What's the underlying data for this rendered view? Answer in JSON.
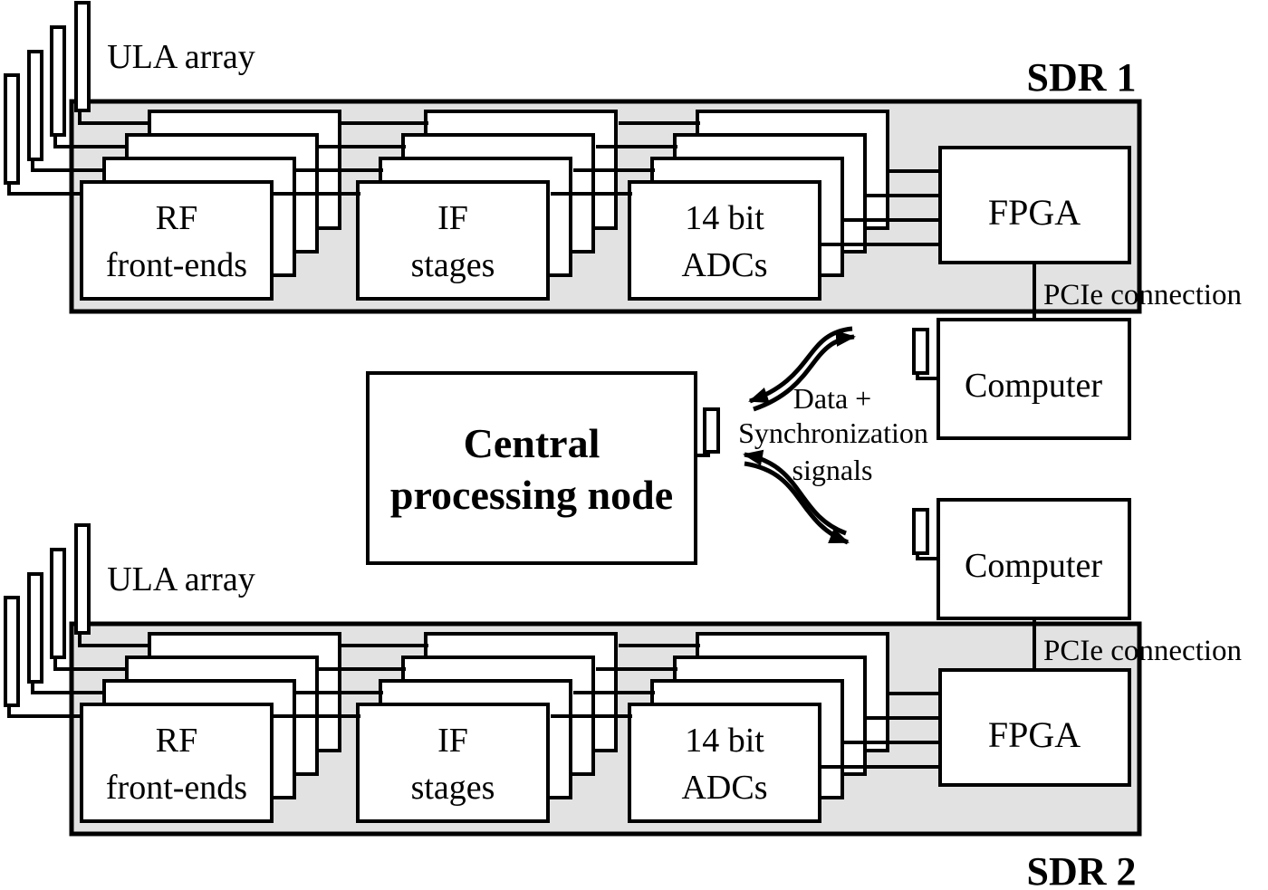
{
  "colors": {
    "panel_fill": "#e2e2e2",
    "box_fill": "#ffffff",
    "ink": "#000000"
  },
  "sdr1": {
    "title": "SDR 1",
    "ula_label": "ULA array",
    "rf_line1": "RF",
    "rf_line2": "front-ends",
    "if_line1": "IF",
    "if_line2": "stages",
    "adc_line1": "14 bit",
    "adc_line2": "ADCs",
    "fpga_label": "FPGA",
    "pcie_label": "PCIe connection",
    "computer_label": "Computer"
  },
  "sdr2": {
    "title": "SDR 2",
    "ula_label": "ULA array",
    "rf_line1": "RF",
    "rf_line2": "front-ends",
    "if_line1": "IF",
    "if_line2": "stages",
    "adc_line1": "14 bit",
    "adc_line2": "ADCs",
    "fpga_label": "FPGA",
    "pcie_label": "PCIe connection",
    "computer_label": "Computer"
  },
  "central": {
    "line1": "Central",
    "line2": "processing node"
  },
  "link": {
    "line1": "Data +",
    "line2": "Synchronization",
    "line3": "signals"
  }
}
